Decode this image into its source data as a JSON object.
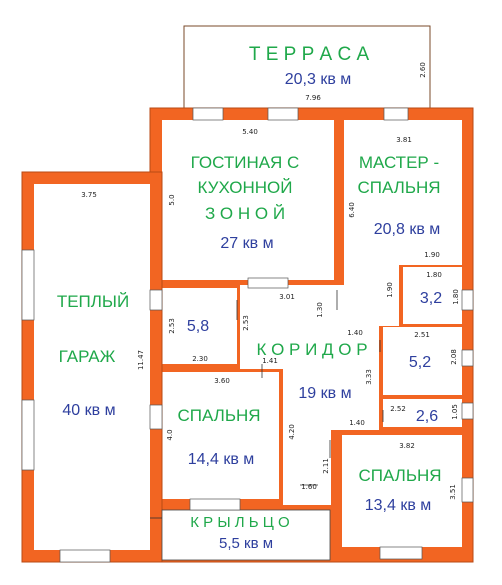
{
  "colors": {
    "wall": "#f26522",
    "wall_edge": "#b84a14",
    "room_label": "#1fa84a",
    "area_label": "#2e3f9e",
    "floor": "#ffffff"
  },
  "rooms": {
    "terrace": {
      "name": "Т Е Р Р А С А",
      "area": "20,3 кв м"
    },
    "living": {
      "name_l1": "ГОСТИНАЯ  С",
      "name_l2": "КУХОННОЙ",
      "name_l3": "З О Н О Й",
      "area": "27 кв м"
    },
    "master": {
      "name_l1": "МАСТЕР -",
      "name_l2": "СПАЛЬНЯ",
      "area": "20,8 кв м"
    },
    "garage": {
      "name_l1": "ТЕПЛЫЙ",
      "name_l2": "ГАРАЖ",
      "area": "40 кв м"
    },
    "storage": {
      "area": "5,8"
    },
    "bath1": {
      "area": "3,2"
    },
    "bath2": {
      "area": "5,2"
    },
    "wc": {
      "area": "2,6"
    },
    "corridor": {
      "name": "К О Р И Д О Р",
      "area": "19 кв м"
    },
    "bedroom1": {
      "name": "СПАЛЬНЯ",
      "area": "14,4 кв м"
    },
    "bedroom2": {
      "name": "СПАЛЬНЯ",
      "area": "13,4 кв м"
    },
    "porch": {
      "name": "К Р Ы Л Ь Ц О",
      "area": "5,5 кв м"
    }
  },
  "dims": {
    "terrace_w": "7.96",
    "terrace_h": "2.60",
    "living_w": "5.40",
    "living_h": "5.0",
    "master_w": "3.81",
    "master_h": "6.40",
    "garage_w": "3.75",
    "garage_h": "11.47",
    "bath1_w1": "1.90",
    "bath1_w2": "1.80",
    "bath1_h": "1.80",
    "bath1_h2": "1.90",
    "corr_top": "3.01",
    "corr_h1": "1.30",
    "corr_w2": "1.40",
    "store_h1": "2.53",
    "store_h2": "2.53",
    "store_w": "2.30",
    "store_w2": "1.41",
    "bath2_w": "2.51",
    "bath2_h": "2.08",
    "corr_h2": "3.33",
    "wc_w": "2.52",
    "wc_h": "1.05",
    "bed1_w": "3.60",
    "bed1_h": "4.0",
    "corr_h3": "4.20",
    "corr_w3": "1.40",
    "bed2_w": "3.82",
    "bed2_h": "3.51",
    "corr_h4": "2.11",
    "porch_w": "1.60"
  }
}
